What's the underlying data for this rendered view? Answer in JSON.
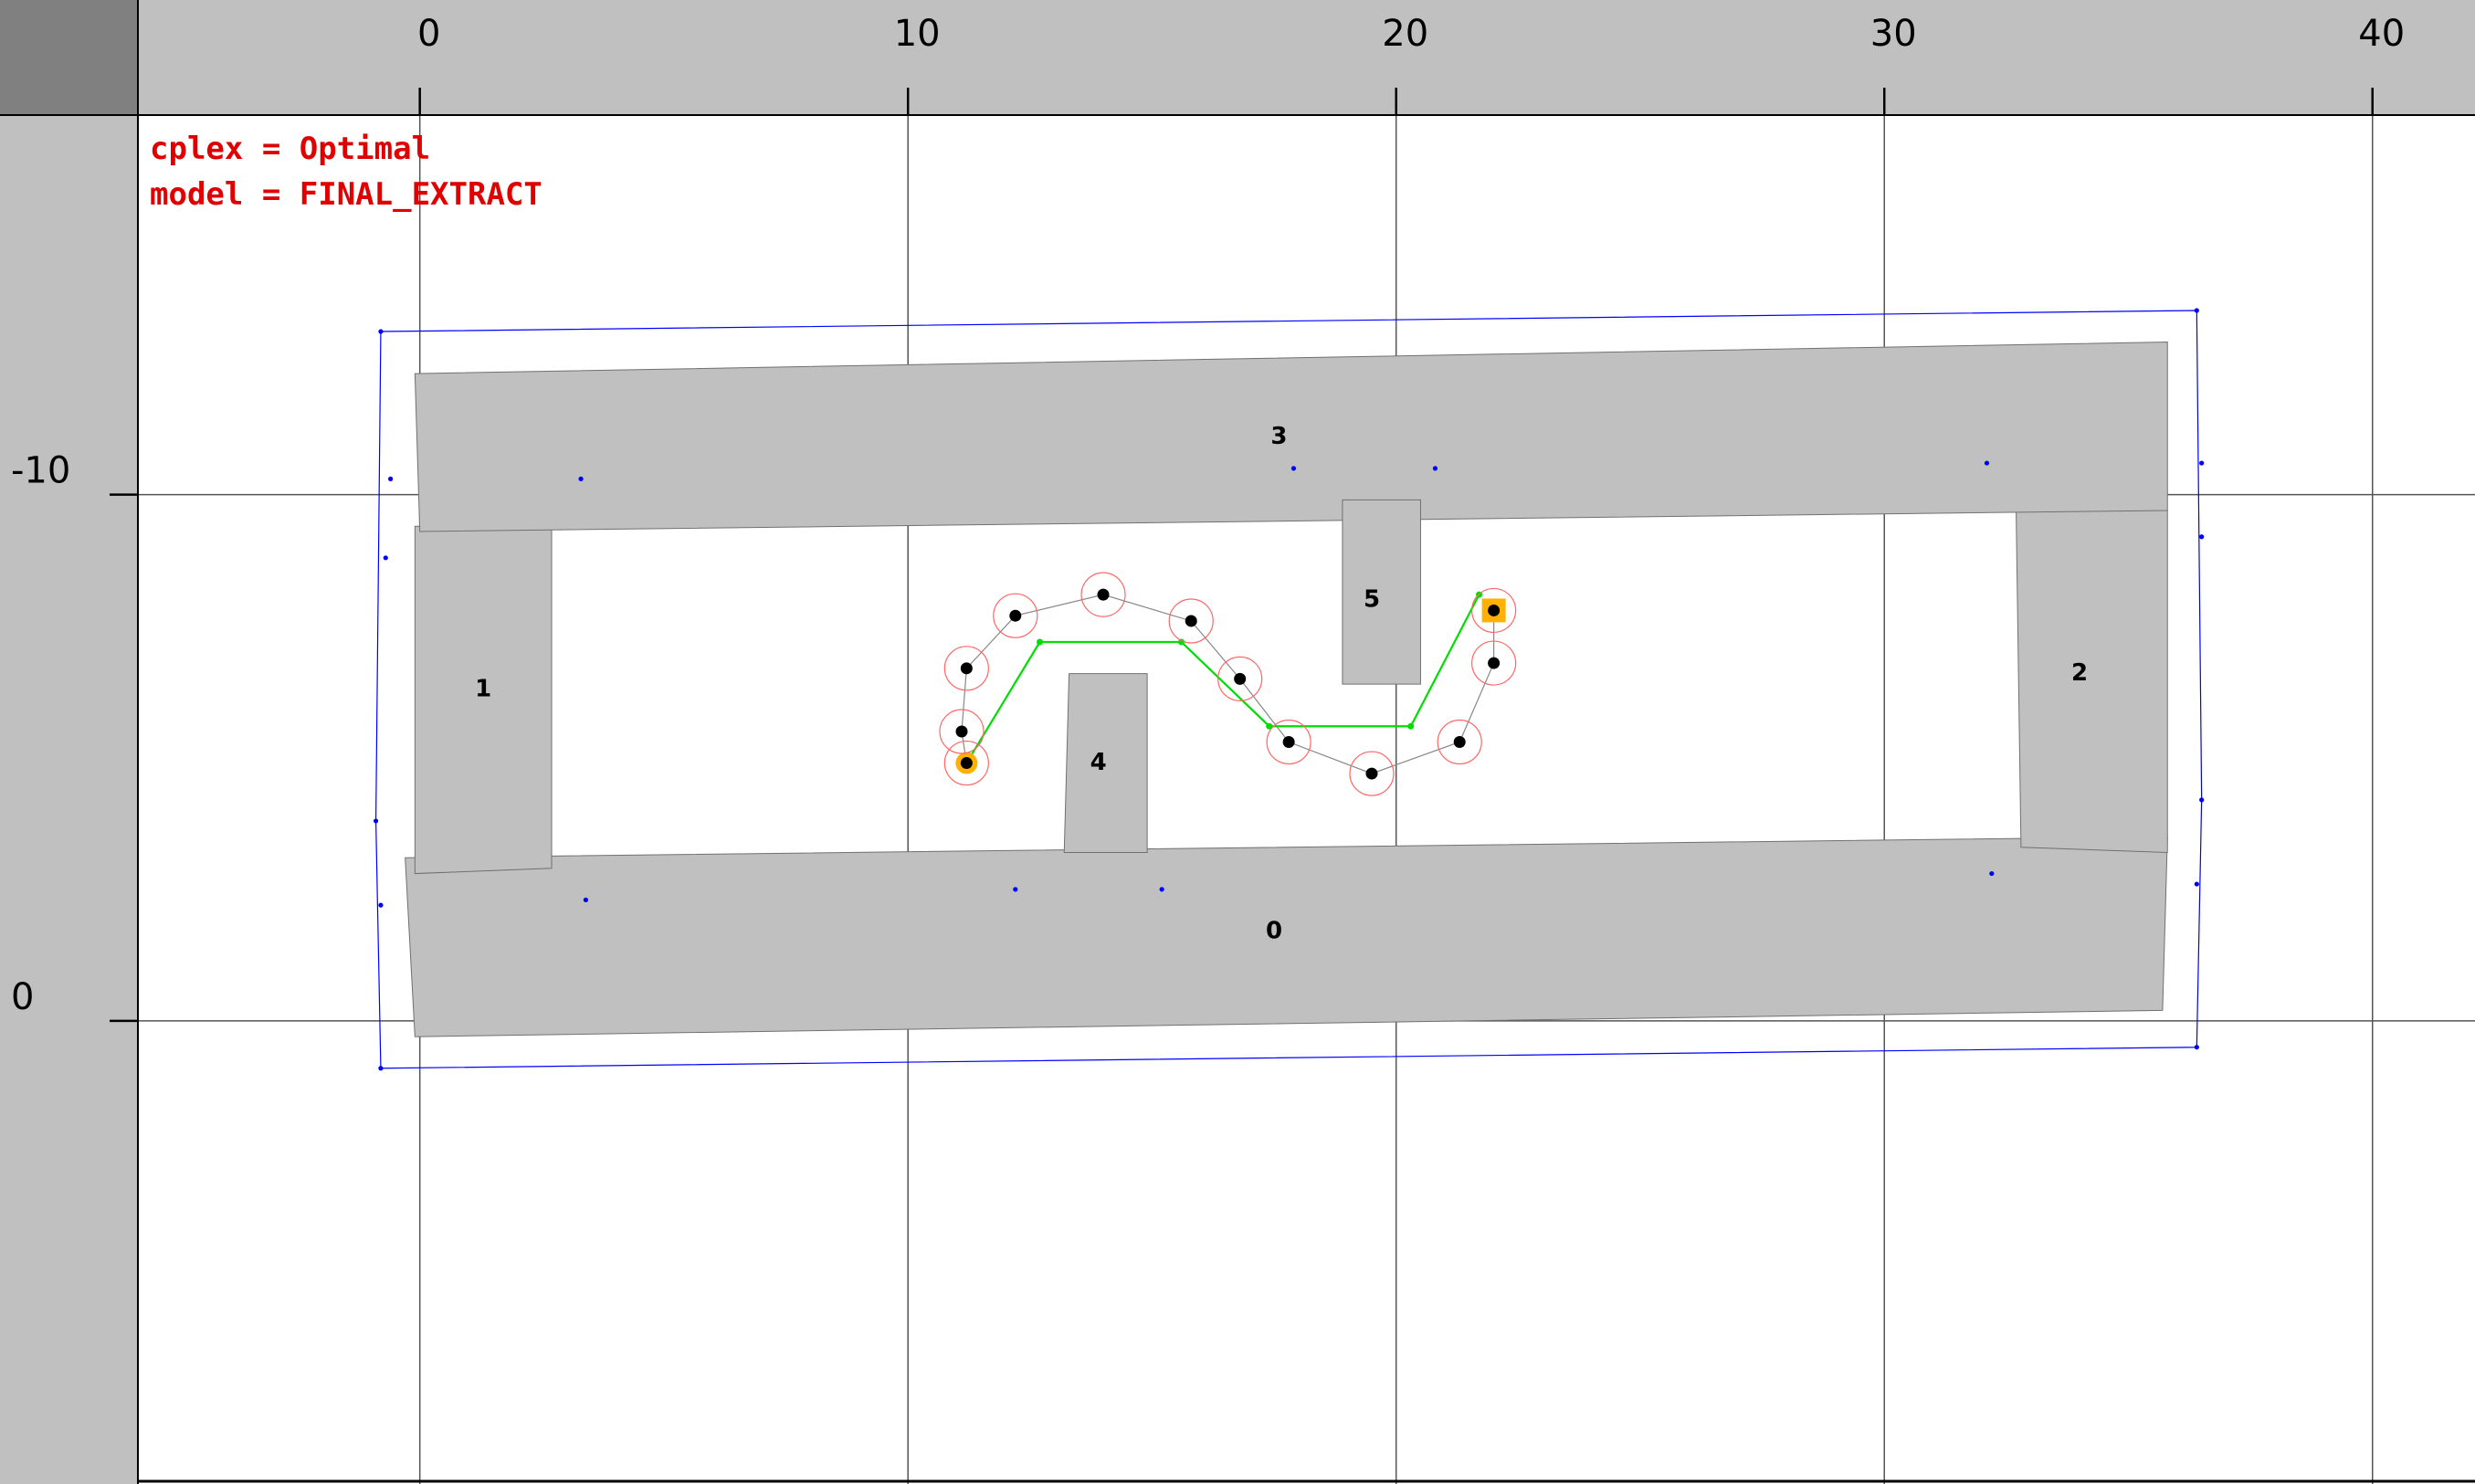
{
  "status": {
    "lines": [
      "cplex = Optimal",
      "model = FINAL_EXTRACT"
    ],
    "color": "#e00000"
  },
  "axes": {
    "x_ticks": [
      0,
      10,
      20,
      30,
      40
    ],
    "y_ticks": [
      -10,
      0
    ],
    "x_range": [
      -8.6,
      42.1
    ],
    "y_range": [
      -19.4,
      8.8
    ]
  },
  "colors": {
    "ruler_bg": "#c0c0c0",
    "ruler_corner": "#808080",
    "obstacle_fill": "#c0c0c0",
    "boundary": "#0000ff",
    "path": "#00dd00",
    "waypoint": "#000000",
    "circle": "#ff6666",
    "endpoint": "#ffb000",
    "grid": "#555555"
  },
  "obstacles": [
    {
      "id": "0",
      "label": "0",
      "points": [
        [
          -0.3,
          -3.1
        ],
        [
          35.8,
          -3.5
        ],
        [
          35.7,
          -0.2
        ],
        [
          -0.1,
          0.3
        ]
      ],
      "label_at": [
        17.5,
        -1.7
      ]
    },
    {
      "id": "1",
      "label": "1",
      "points": [
        [
          -0.1,
          -9.4
        ],
        [
          2.7,
          -9.4
        ],
        [
          2.7,
          -2.9
        ],
        [
          -0.1,
          -2.8
        ]
      ],
      "label_at": [
        1.3,
        -6.3
      ]
    },
    {
      "id": "2",
      "label": "2",
      "points": [
        [
          32.7,
          -9.7
        ],
        [
          35.8,
          -9.7
        ],
        [
          35.8,
          -3.2
        ],
        [
          32.8,
          -3.3
        ]
      ],
      "label_at": [
        34.0,
        -6.6
      ]
    },
    {
      "id": "3",
      "label": "3",
      "points": [
        [
          -0.1,
          -12.3
        ],
        [
          35.8,
          -12.9
        ],
        [
          35.8,
          -9.7
        ],
        [
          0.0,
          -9.3
        ]
      ],
      "label_at": [
        17.6,
        -11.1
      ]
    },
    {
      "id": "4",
      "label": "4",
      "points": [
        [
          13.3,
          -6.6
        ],
        [
          14.9,
          -6.6
        ],
        [
          14.9,
          -3.2
        ],
        [
          13.2,
          -3.2
        ]
      ],
      "label_at": [
        13.9,
        -4.9
      ]
    },
    {
      "id": "5",
      "label": "5",
      "points": [
        [
          18.9,
          -9.9
        ],
        [
          20.5,
          -9.9
        ],
        [
          20.5,
          -6.4
        ],
        [
          18.9,
          -6.4
        ]
      ],
      "label_at": [
        19.5,
        -8.0
      ]
    }
  ],
  "boundary": [
    [
      -0.8,
      -13.1
    ],
    [
      36.4,
      -13.5
    ],
    [
      36.5,
      -4.2
    ],
    [
      36.4,
      0.5
    ],
    [
      -0.8,
      0.9
    ],
    [
      -0.9,
      -3.8
    ]
  ],
  "boundary_dots": [
    [
      -0.8,
      -13.1
    ],
    [
      36.4,
      -13.5
    ],
    [
      36.5,
      -10.6
    ],
    [
      36.5,
      -9.2
    ],
    [
      36.5,
      -4.2
    ],
    [
      36.4,
      -2.6
    ],
    [
      36.4,
      0.5
    ],
    [
      -0.8,
      0.9
    ],
    [
      -0.8,
      -2.2
    ],
    [
      -0.9,
      -3.8
    ],
    [
      -0.7,
      -8.8
    ],
    [
      -0.6,
      -10.3
    ],
    [
      3.3,
      -10.3
    ],
    [
      3.4,
      -2.3
    ],
    [
      12.2,
      -2.5
    ],
    [
      15.2,
      -2.5
    ],
    [
      17.9,
      -10.5
    ],
    [
      20.8,
      -10.5
    ],
    [
      32.1,
      -10.6
    ],
    [
      32.2,
      -2.8
    ]
  ],
  "green_path": [
    [
      11.2,
      -4.9
    ],
    [
      12.7,
      -7.2
    ],
    [
      15.6,
      -7.2
    ],
    [
      17.4,
      -5.6
    ],
    [
      20.3,
      -5.6
    ],
    [
      21.7,
      -8.1
    ]
  ],
  "waypoints": [
    [
      11.2,
      -4.9
    ],
    [
      11.1,
      -5.5
    ],
    [
      11.2,
      -6.7
    ],
    [
      12.2,
      -7.7
    ],
    [
      14.0,
      -8.1
    ],
    [
      15.8,
      -7.6
    ],
    [
      16.8,
      -6.5
    ],
    [
      17.8,
      -5.3
    ],
    [
      19.5,
      -4.7
    ],
    [
      21.3,
      -5.3
    ],
    [
      22.0,
      -6.8
    ],
    [
      22.0,
      -7.8
    ]
  ],
  "start": [
    11.2,
    -4.9
  ],
  "goal": [
    22.0,
    -7.8
  ]
}
